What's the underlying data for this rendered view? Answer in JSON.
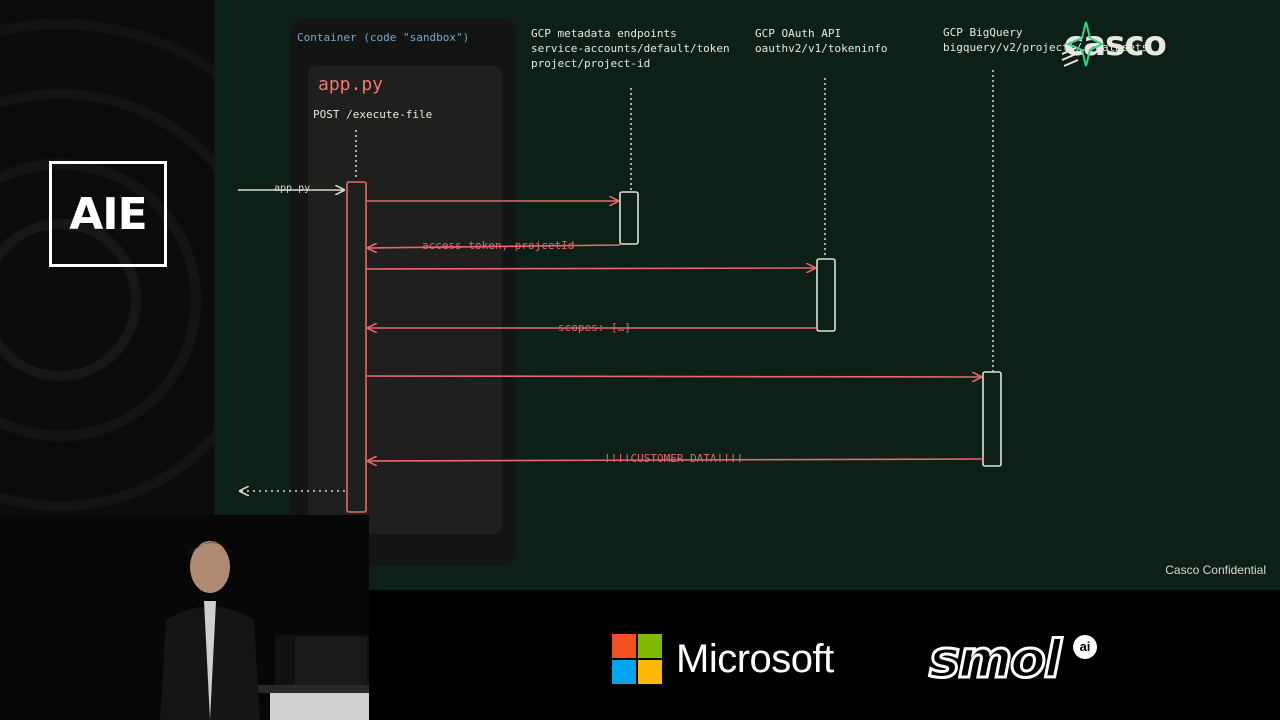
{
  "event_logo": {
    "text": "AIE"
  },
  "slide": {
    "container_label": "Container (code \"sandbox\")",
    "app_title": "app.py",
    "app_route": "POST /execute-file",
    "participants": [
      {
        "lines": [
          "GCP metadata endpoints",
          "service-accounts/default/token",
          "project/project-id"
        ]
      },
      {
        "lines": [
          "GCP OAuth API",
          "oauthv2/v1/tokeninfo"
        ]
      },
      {
        "lines": [
          "GCP BigQuery",
          "bigquery/v2/projects/…/datasets"
        ]
      }
    ],
    "messages": {
      "incoming": "app.py",
      "m1_return": "access token, projcetId",
      "m2_return": "scopes: […]",
      "m3_return": "!!!!CUSTOMER DATA!!!!"
    },
    "footer": "Casco Confidential",
    "colors": {
      "background": "#0c2018",
      "arrow": "#e8686a",
      "lifeline": "#e0e0d8",
      "container_label": "#7aa6c8"
    }
  },
  "brand": {
    "name": "casco",
    "icon": "casco-star-icon"
  },
  "sponsors": {
    "microsoft": "Microsoft",
    "smol": "smol",
    "smol_badge": "ai"
  }
}
